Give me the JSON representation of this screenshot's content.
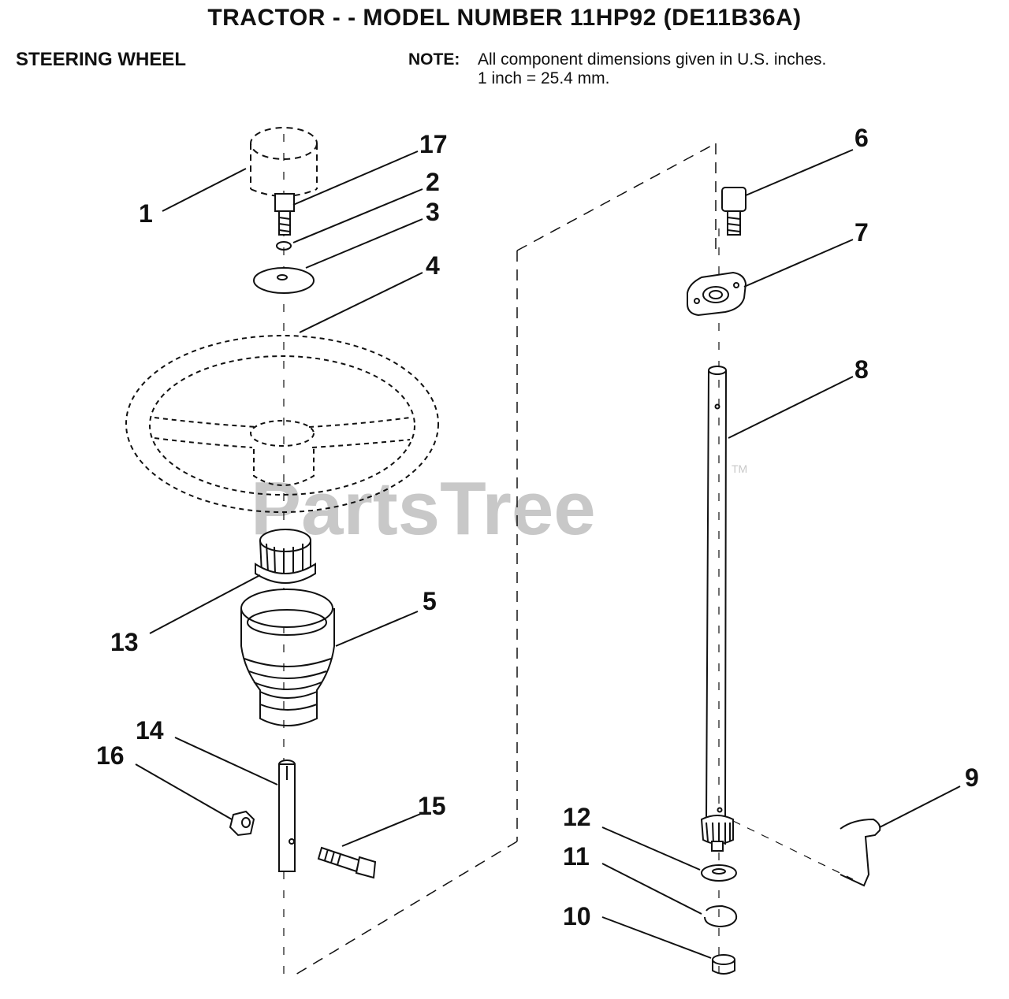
{
  "header": {
    "title": "TRACTOR - - MODEL NUMBER 11HP92 (DE11B36A)",
    "section": "STEERING WHEEL",
    "note_label": "NOTE:",
    "note_line1": "All component dimensions given in U.S. inches.",
    "note_line2": "1 inch = 25.4 mm."
  },
  "watermark": {
    "text": "PartsTree",
    "tm": "TM"
  },
  "callouts": [
    {
      "label": "1"
    },
    {
      "label": "17"
    },
    {
      "label": "2"
    },
    {
      "label": "3"
    },
    {
      "label": "4"
    },
    {
      "label": "13"
    },
    {
      "label": "5"
    },
    {
      "label": "14"
    },
    {
      "label": "16"
    },
    {
      "label": "15"
    },
    {
      "label": "6"
    },
    {
      "label": "7"
    },
    {
      "label": "8"
    },
    {
      "label": "9"
    },
    {
      "label": "12"
    },
    {
      "label": "11"
    },
    {
      "label": "10"
    }
  ]
}
